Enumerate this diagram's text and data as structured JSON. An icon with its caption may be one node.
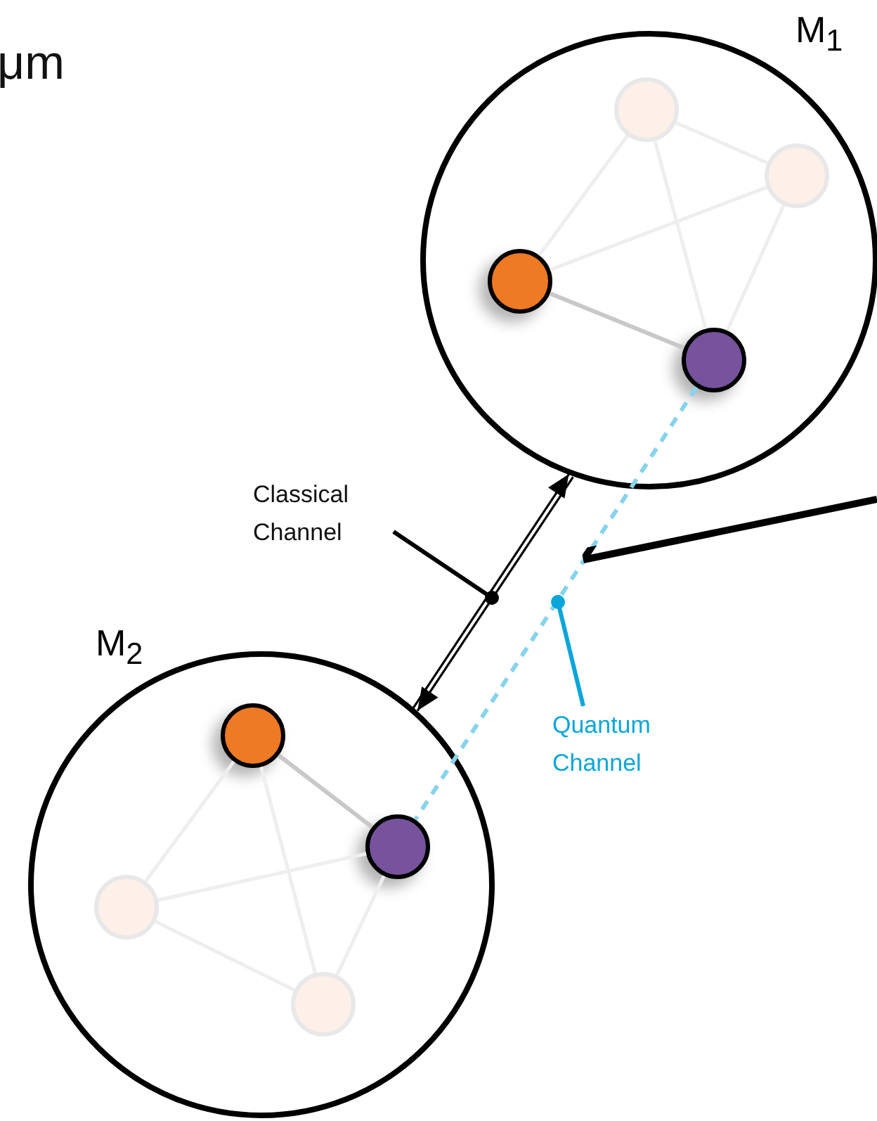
{
  "diagram": {
    "nodes": [
      {
        "text": [
          "M$_{1}$"
        ]
      },
      {
        "text": [],
        "shape": "circle",
        "in": 0
      },
      {
        "text": [],
        "shape": "circle",
        "in": 0
      },
      {
        "text": [],
        "shape": "circle",
        "in": 0
      },
      {
        "text": [],
        "shape": "circle",
        "in": 0
      },
      {
        "text": [
          "M$_{2}$"
        ]
      },
      {
        "text": [],
        "shape": "circle",
        "in": 5
      },
      {
        "text": [],
        "shape": "circle",
        "in": 5
      },
      {
        "text": [],
        "shape": "circle",
        "in": 5
      },
      {
        "text": [],
        "shape": "circle",
        "in": 5
      },
      {
        "text": [
          "Classical Channel"
        ]
      },
      {
        "text": [
          "Quantum Channel"
        ]
      }
    ],
    "edges": [
      {
        "from": 0,
        "to": 5,
        "arrow": "both",
        "color": "#000000"
      },
      {
        "from": 4,
        "to": 7,
        "arrow": "none",
        "style": "dashed",
        "color": "#86d3ec"
      },
      {
        "from": 3,
        "to": 4,
        "arrow": "none",
        "color": "#c8c8c8"
      },
      {
        "from": 1,
        "to": 3,
        "arrow": "none"
      },
      {
        "from": 1,
        "to": 2,
        "arrow": "none"
      },
      {
        "from": 1,
        "to": 4,
        "arrow": "none"
      },
      {
        "from": 3,
        "to": 2,
        "arrow": "none"
      },
      {
        "from": 2,
        "to": 4,
        "arrow": "none"
      },
      {
        "from": 6,
        "to": 7,
        "arrow": "none",
        "color": "#c8c8c8"
      },
      {
        "from": 6,
        "to": 8,
        "arrow": "none"
      },
      {
        "from": 6,
        "to": 9,
        "arrow": "none"
      },
      {
        "from": 8,
        "to": 7,
        "arrow": "none"
      },
      {
        "from": 8,
        "to": 9,
        "arrow": "none"
      },
      {
        "from": 7,
        "to": 9,
        "arrow": "none"
      },
      {
        "from": 10,
        "to": null,
        "arrow": "other",
        "color": "#000000"
      },
      {
        "from": 11,
        "to": null,
        "arrow": "other",
        "color": "#0aa6da"
      },
      {
        "from": 4,
        "to": null,
        "arrow": "none",
        "style": "thick",
        "color": "#000000"
      }
    ],
    "labels": [
      "μm"
    ]
  }
}
